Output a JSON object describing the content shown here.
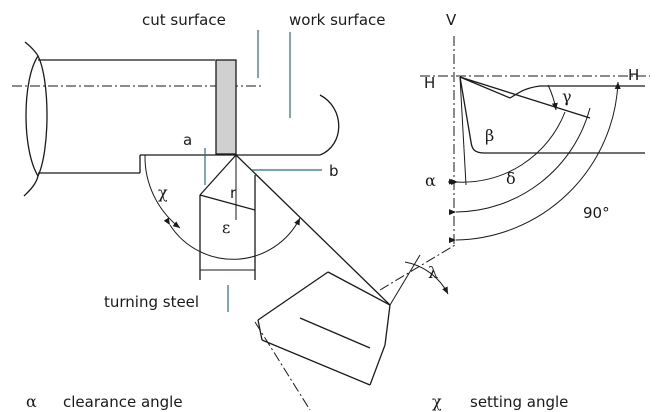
{
  "labels": {
    "cut_surface": "cut surface",
    "work_surface": "work surface",
    "V": "V",
    "H_left": "H",
    "H_right": "H",
    "a": "a",
    "b": "b",
    "r": "r",
    "turning_steel": "turning steel",
    "ninety": "90°"
  },
  "angles": {
    "chi": "χ",
    "epsilon": "ε",
    "lambda": "λ",
    "alpha": "α",
    "beta": "β",
    "gamma": "γ",
    "delta": "δ"
  },
  "legend": [
    {
      "symbol": "α",
      "text": "clearance angle"
    },
    {
      "symbol": "χ",
      "text": "setting angle"
    }
  ],
  "colors": {
    "leader": "#2b6d78",
    "hatch_fill": "#d0d0d0"
  }
}
